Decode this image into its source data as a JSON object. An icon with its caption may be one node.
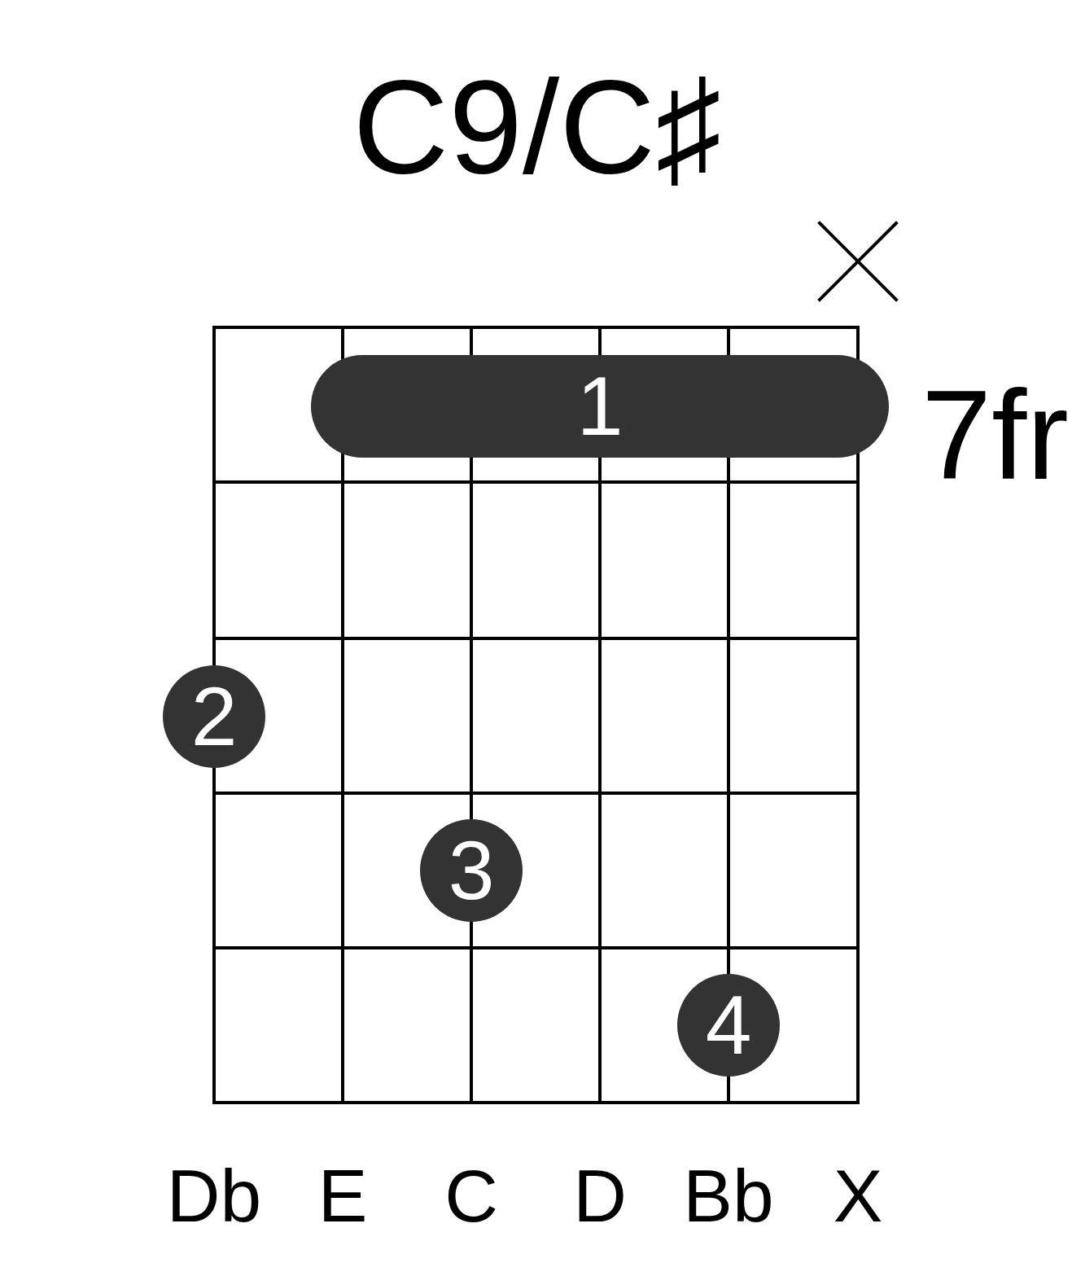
{
  "diagram": {
    "title": "C9/C♯",
    "nodes": [
      {
        "text": [
          "1"
        ]
      },
      {
        "text": [
          "2"
        ]
      },
      {
        "text": [
          "3"
        ]
      },
      {
        "text": [
          "4"
        ]
      }
    ],
    "labels": [
      "7fr",
      "Db",
      "E",
      "C",
      "D",
      "Bb",
      "X"
    ]
  }
}
